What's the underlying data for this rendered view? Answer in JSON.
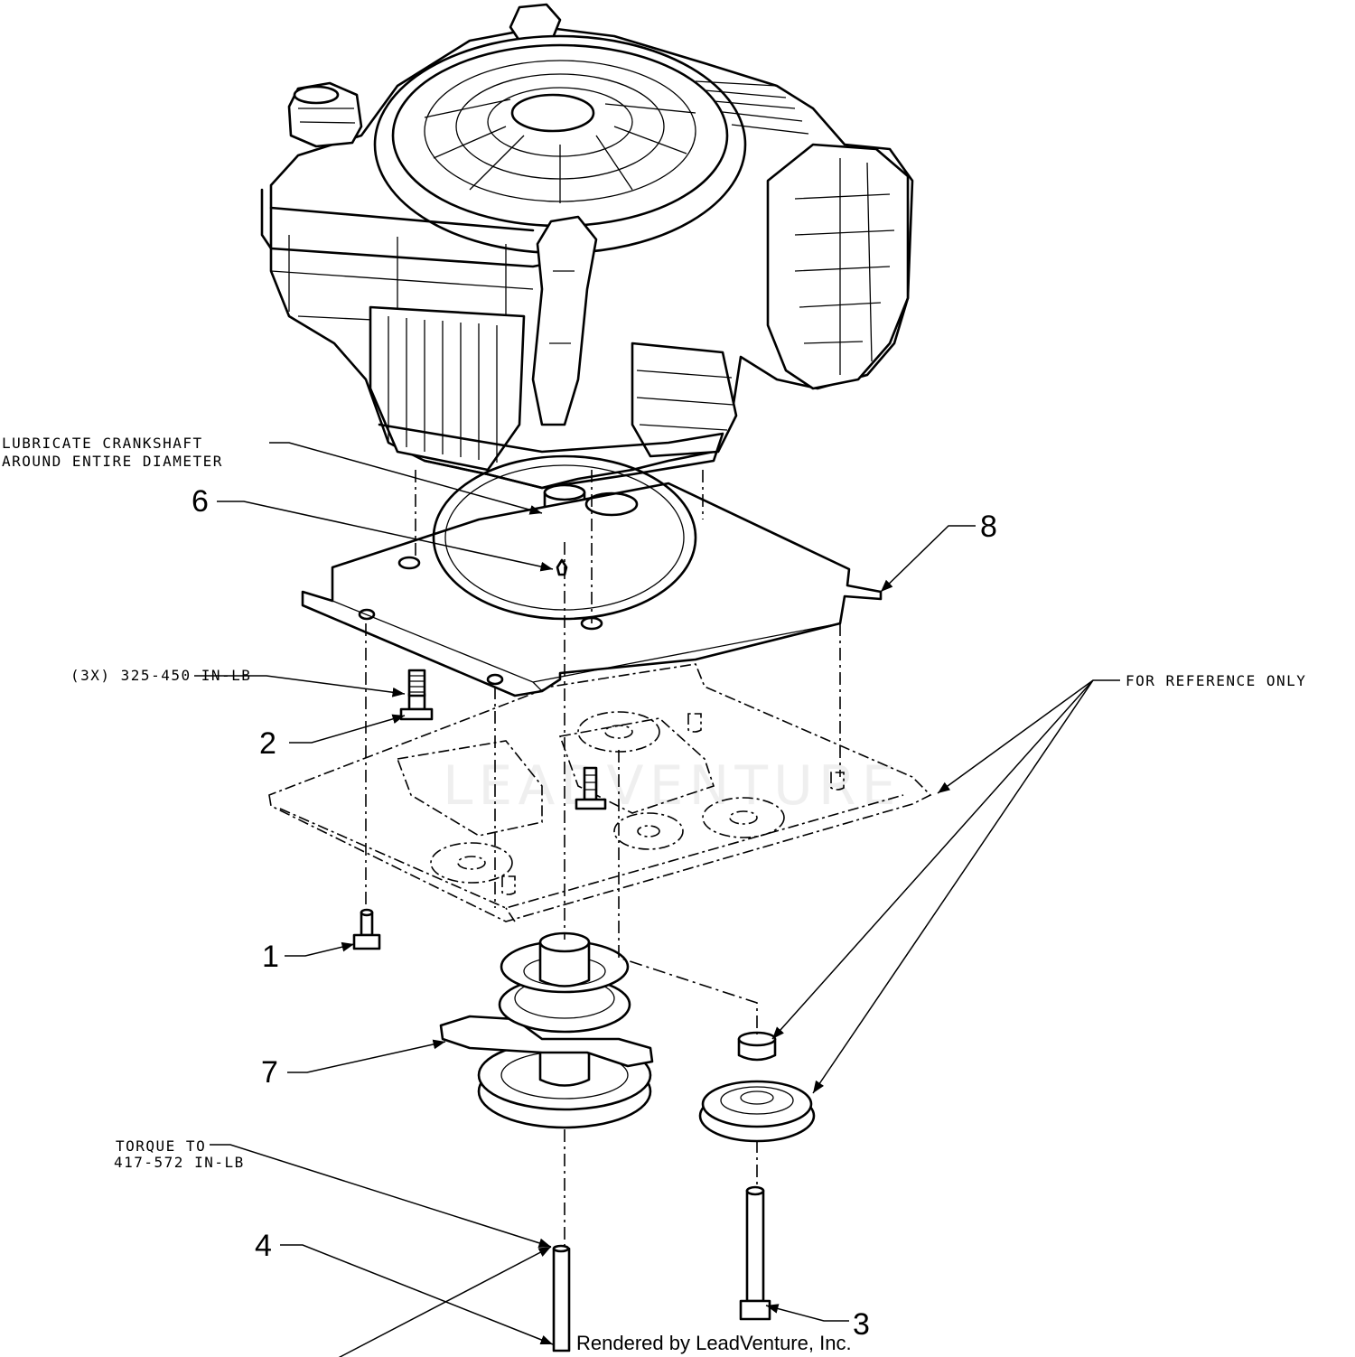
{
  "notes": {
    "lubricate_line1": "LUBRICATE CRANKSHAFT",
    "lubricate_line2": "AROUND ENTIRE DIAMETER",
    "torque_bolts": "(3X) 325-450 IN-LB",
    "reference": "FOR REFERENCE ONLY",
    "torque_to_line1": "TORQUE TO",
    "torque_to_line2": "417-572 IN-LB"
  },
  "callouts": {
    "c1": "1",
    "c2": "2",
    "c3": "3",
    "c4": "4",
    "c6": "6",
    "c7": "7",
    "c8": "8"
  },
  "credit": "Rendered by LeadVenture, Inc.",
  "watermark": "LEADVENTURE"
}
